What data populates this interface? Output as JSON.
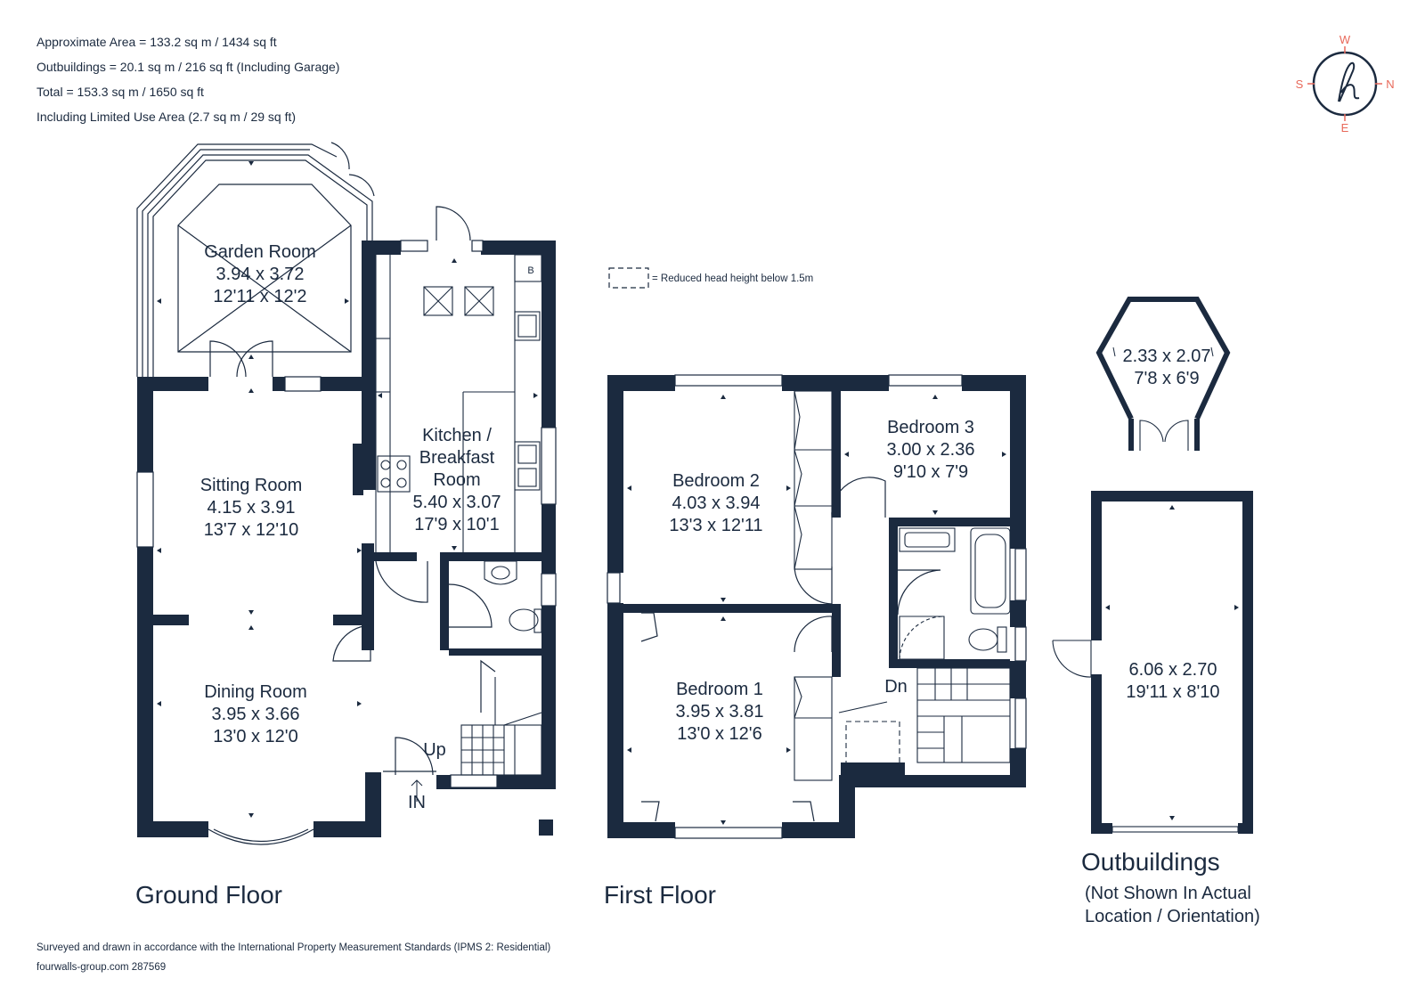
{
  "summary": [
    "Approximate Area = 133.2 sq m / 1434 sq ft",
    "Outbuildings = 20.1 sq m / 216 sq ft (Including Garage)",
    "Total = 153.3 sq m / 1650 sq ft",
    "Including Limited Use Area (2.7 sq m / 29 sq ft)"
  ],
  "compass": {
    "n": "N",
    "s": "S",
    "e": "E",
    "w": "W",
    "logo": "h",
    "color": "#e8695a"
  },
  "legend": {
    "text": "= Reduced head height below 1.5m"
  },
  "ground_floor": {
    "label": "Ground Floor",
    "rooms": [
      {
        "name": "Garden Room",
        "metric": "3.94 x 3.72",
        "imperial": "12'11 x 12'2"
      },
      {
        "name": "Sitting Room",
        "metric": "4.15 x 3.91",
        "imperial": "13'7 x 12'10"
      },
      {
        "name": "Dining Room",
        "metric": "3.95 x 3.66",
        "imperial": "13'0 x 12'0"
      },
      {
        "name": "Kitchen /",
        "name2": "Breakfast",
        "name3": "Room",
        "metric": "5.40 x 3.07",
        "imperial": "17'9 x 10'1"
      }
    ],
    "boiler": "B",
    "up": "Up",
    "entrance": "IN"
  },
  "first_floor": {
    "label": "First Floor",
    "rooms": [
      {
        "name": "Bedroom 2",
        "metric": "4.03 x 3.94",
        "imperial": "13'3 x 12'11"
      },
      {
        "name": "Bedroom 3",
        "metric": "3.00 x 2.36",
        "imperial": "9'10 x 7'9"
      },
      {
        "name": "Bedroom 1",
        "metric": "3.95 x 3.81",
        "imperial": "13'0 x 12'6"
      }
    ],
    "down": "Dn"
  },
  "outbuildings": {
    "label": "Outbuildings",
    "note1": "(Not Shown In Actual",
    "note2": "Location / Orientation)",
    "summerhouse": {
      "metric": "2.33 x 2.07",
      "imperial": "7'8 x 6'9"
    },
    "garage": {
      "metric": "6.06 x 2.70",
      "imperial": "19'11 x 8'10"
    }
  },
  "footer": {
    "line1": "Surveyed and drawn in accordance with the International Property Measurement Standards (IPMS 2: Residential)",
    "line2": "fourwalls-group.com 287569"
  },
  "colors": {
    "wall": "#1b2a3f",
    "accent": "#e8695a",
    "background": "#ffffff"
  }
}
